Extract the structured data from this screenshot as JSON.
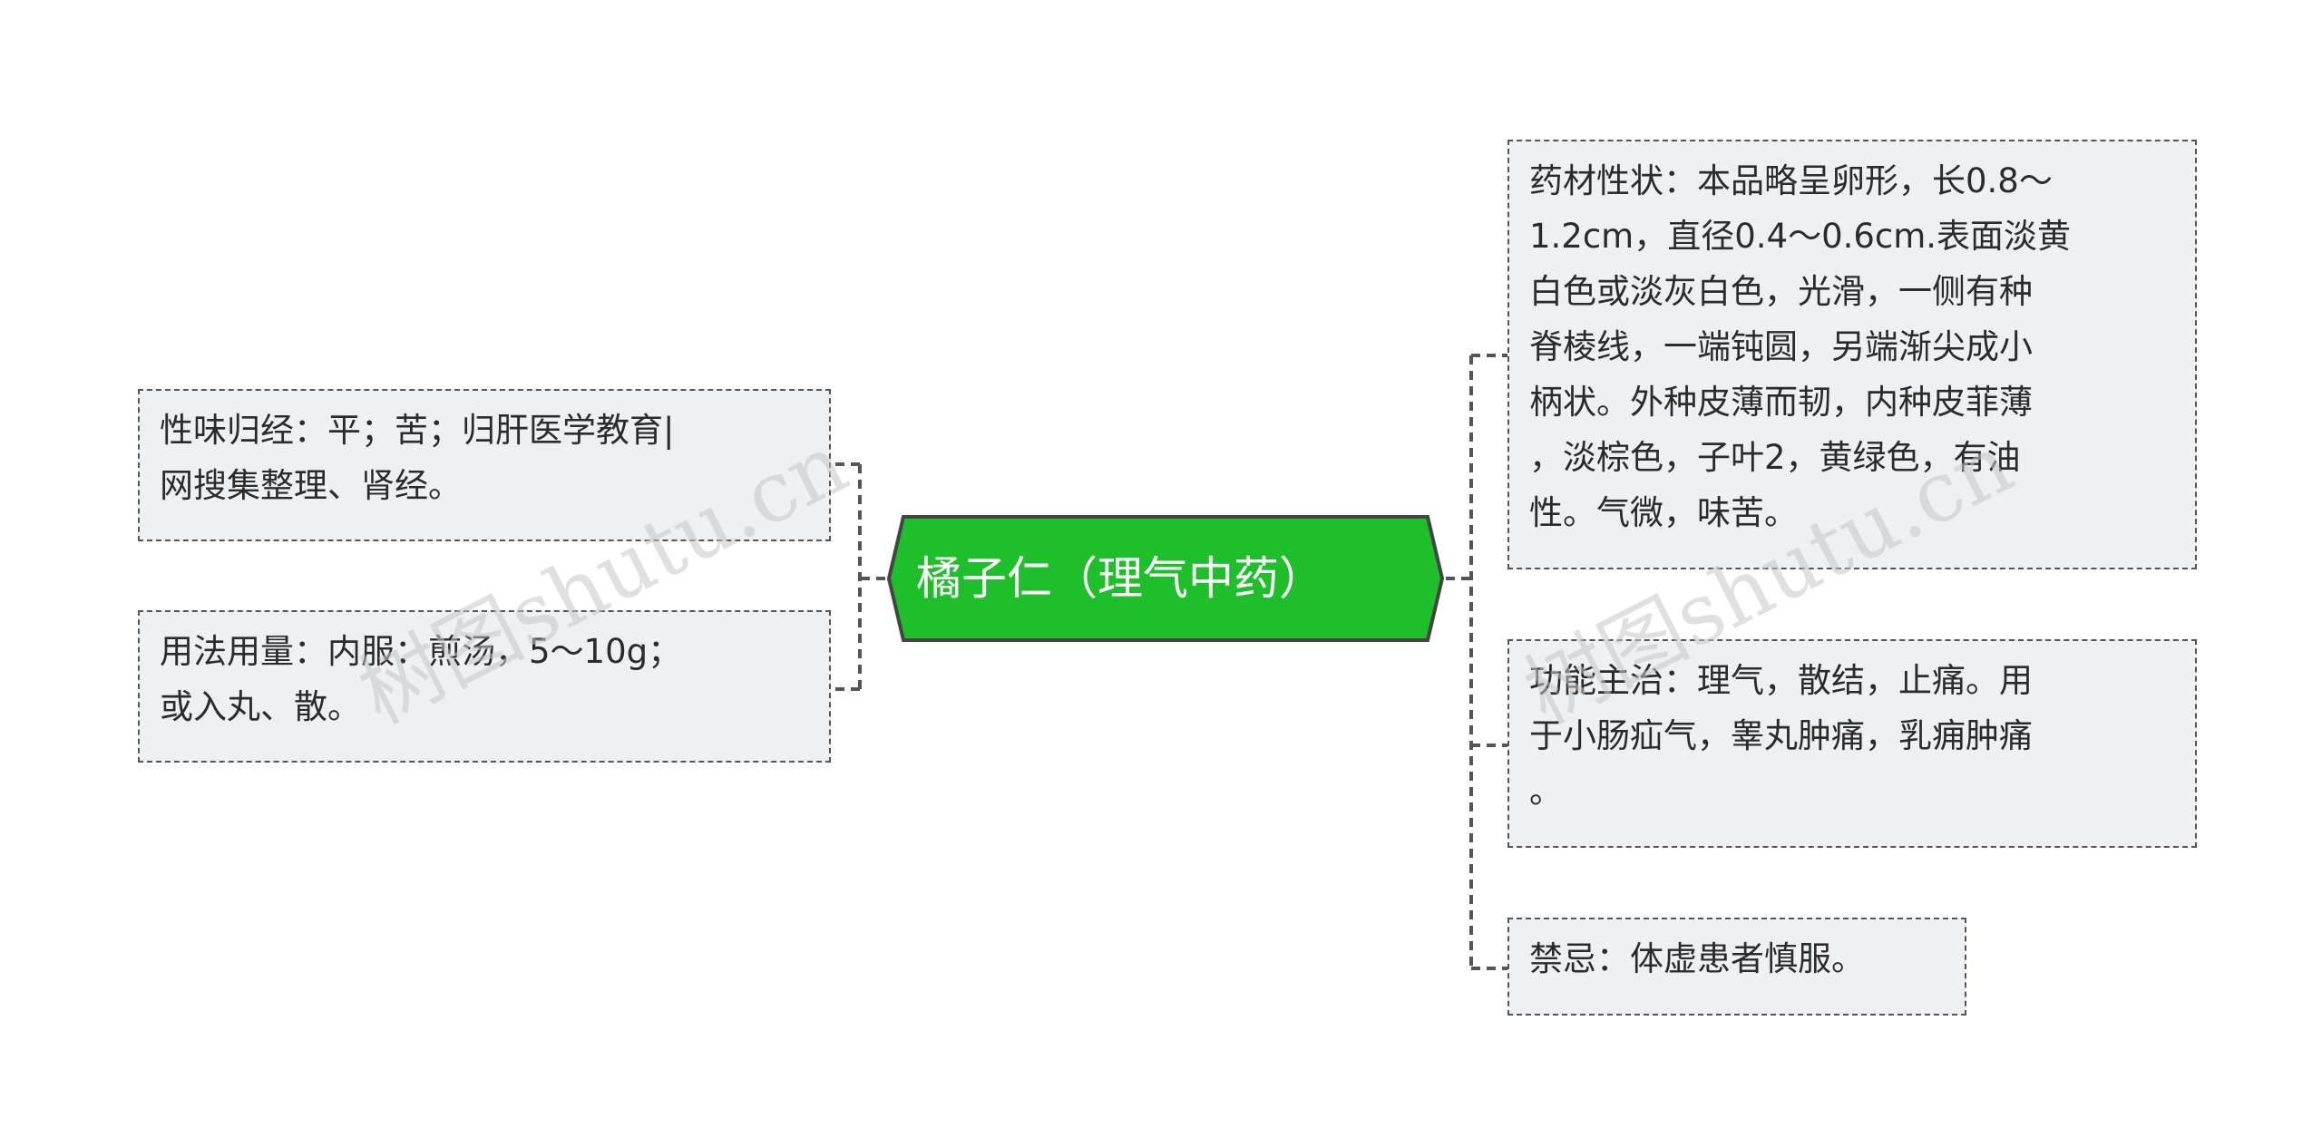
{
  "root": {
    "label": "橘子仁（理气中药）"
  },
  "left_nodes": [
    {
      "lines": [
        "性味归经：平；苦；归肝医学教育|",
        "网搜集整理、肾经。"
      ]
    },
    {
      "lines": [
        "用法用量：内服：煎汤，5～10g；",
        "或入丸、散。"
      ]
    }
  ],
  "right_nodes": [
    {
      "lines": [
        "药材性状：本品略呈卵形，长0.8～",
        "1.2cm，直径0.4～0.6cm.表面淡黄",
        "白色或淡灰白色，光滑，一侧有种",
        "脊棱线，一端钝圆，另端渐尖成小",
        "柄状。外种皮薄而韧，内种皮菲薄",
        "，淡棕色，子叶2，黄绿色，有油",
        "性。气微，味苦。"
      ]
    },
    {
      "lines": [
        "功能主治：理气，散结，止痛。用",
        "于小肠疝气，睾丸肿痛，乳痈肿痛",
        "。"
      ]
    },
    {
      "lines": [
        "禁忌：体虚患者慎服。"
      ]
    }
  ],
  "watermarks": [
    "树图shutu.cn",
    "树图shutu.cn"
  ],
  "colors": {
    "root_fill": "#1fbf2b",
    "leaf_fill": "#eef1f4",
    "connector": "#555555"
  }
}
